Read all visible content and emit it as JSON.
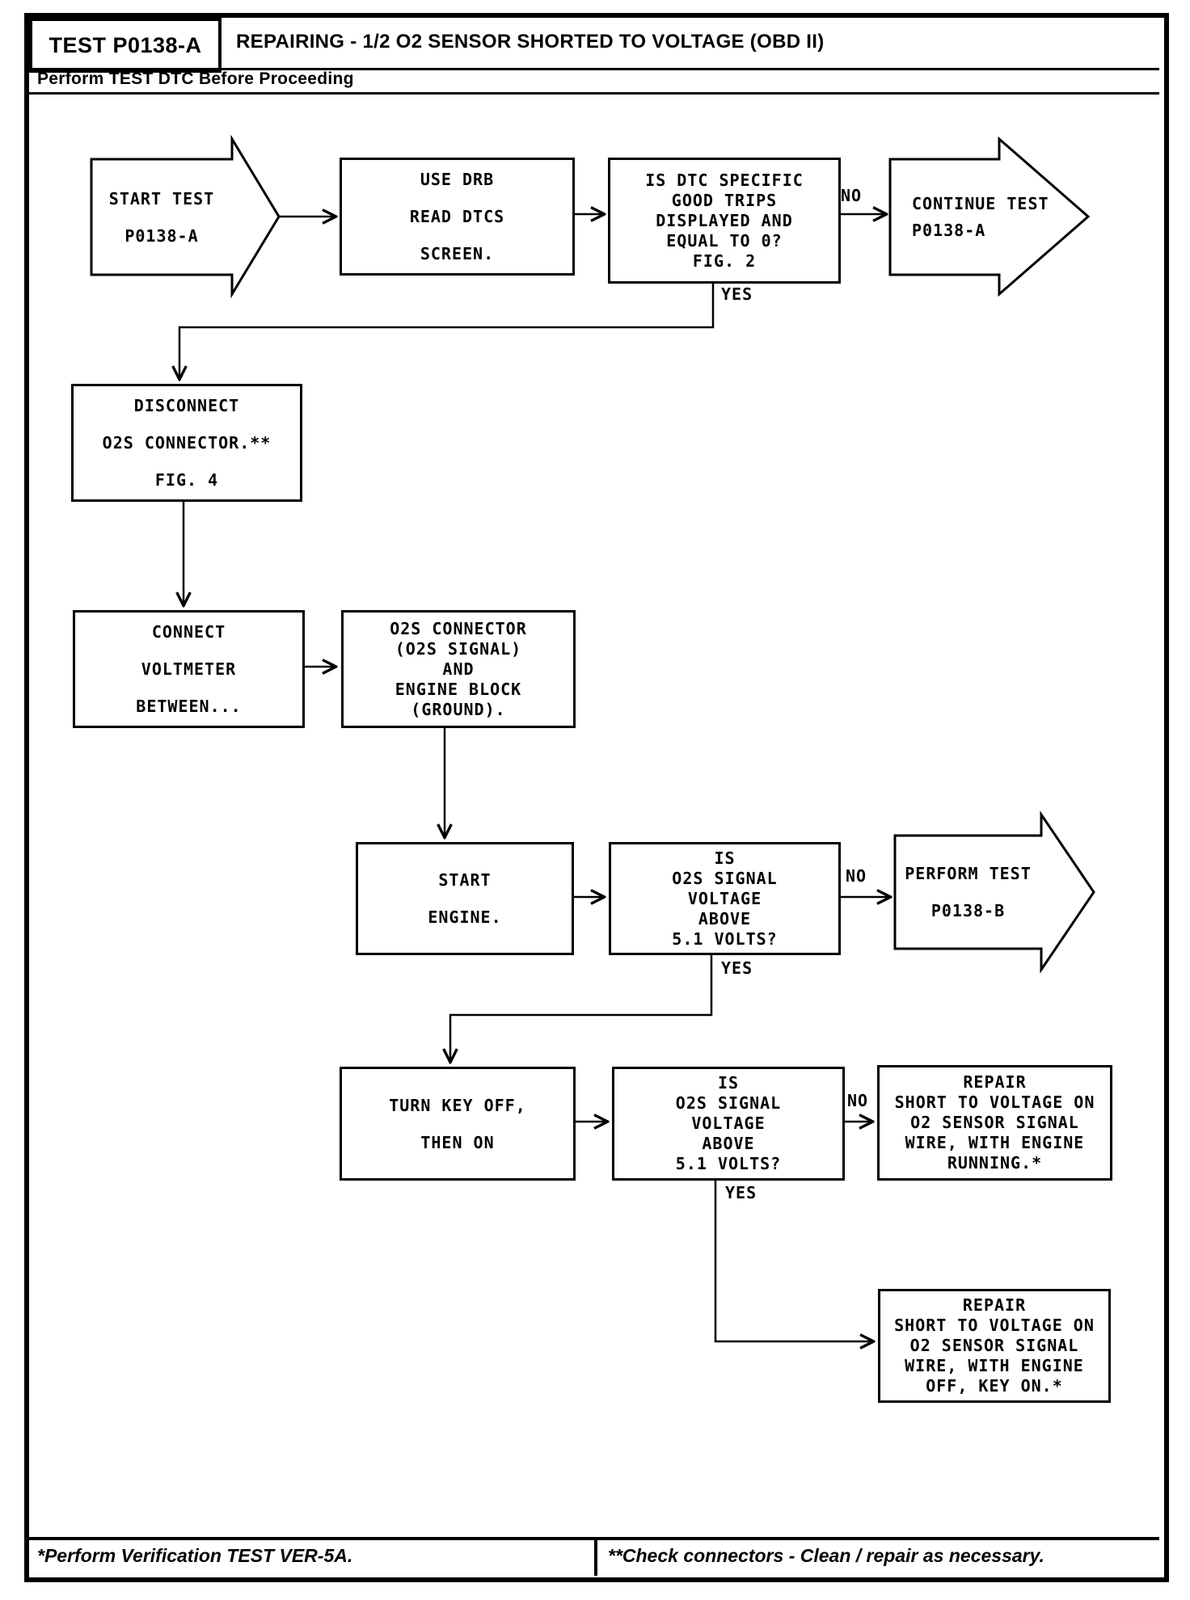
{
  "header": {
    "test_id": "TEST P0138-A",
    "title": "REPAIRING - 1/2 O2 SENSOR SHORTED TO VOLTAGE (OBD II)",
    "subtitle": "Perform TEST DTC Before Proceeding"
  },
  "labels": {
    "yes": "YES",
    "no": "NO"
  },
  "nodes": {
    "start": {
      "shape": "offpage-arrow",
      "text": "START TEST\nP0138-A"
    },
    "use_drb": {
      "shape": "process",
      "text": "USE DRB\nREAD DTCS\nSCREEN."
    },
    "dtc_check": {
      "shape": "decision",
      "text": "IS DTC SPECIFIC\nGOOD TRIPS\nDISPLAYED AND\nEQUAL TO 0?\nFIG. 2"
    },
    "continue_test": {
      "shape": "offpage-arrow",
      "text": "CONTINUE TEST\nP0138-A"
    },
    "disconnect": {
      "shape": "process",
      "text": "DISCONNECT\nO2S CONNECTOR.**\nFIG. 4"
    },
    "connect_voltmeter": {
      "shape": "process",
      "text": "CONNECT\nVOLTMETER\nBETWEEN..."
    },
    "o2s_connector": {
      "shape": "process",
      "text": "O2S CONNECTOR\n(O2S SIGNAL)\nAND\nENGINE BLOCK\n(GROUND)."
    },
    "start_engine": {
      "shape": "process",
      "text": "START\nENGINE."
    },
    "voltage_check_1": {
      "shape": "decision",
      "text": "IS\nO2S SIGNAL\nVOLTAGE\nABOVE\n5.1 VOLTS?"
    },
    "perform_test": {
      "shape": "offpage-arrow",
      "text": "PERFORM TEST\nP0138-B"
    },
    "turn_key": {
      "shape": "process",
      "text": "TURN KEY OFF,\nTHEN ON"
    },
    "voltage_check_2": {
      "shape": "decision",
      "text": "IS\nO2S SIGNAL\nVOLTAGE\nABOVE\n5.1 VOLTS?"
    },
    "repair_running": {
      "shape": "process",
      "text": "REPAIR\nSHORT TO VOLTAGE ON\nO2 SENSOR SIGNAL\nWIRE, WITH ENGINE\nRUNNING.*"
    },
    "repair_key_on": {
      "shape": "process",
      "text": "REPAIR\nSHORT TO VOLTAGE ON\nO2 SENSOR SIGNAL\nWIRE, WITH ENGINE\nOFF, KEY ON.*"
    }
  },
  "footer": {
    "left": "*Perform Verification TEST VER-5A.",
    "right": "**Check connectors - Clean / repair as necessary."
  }
}
